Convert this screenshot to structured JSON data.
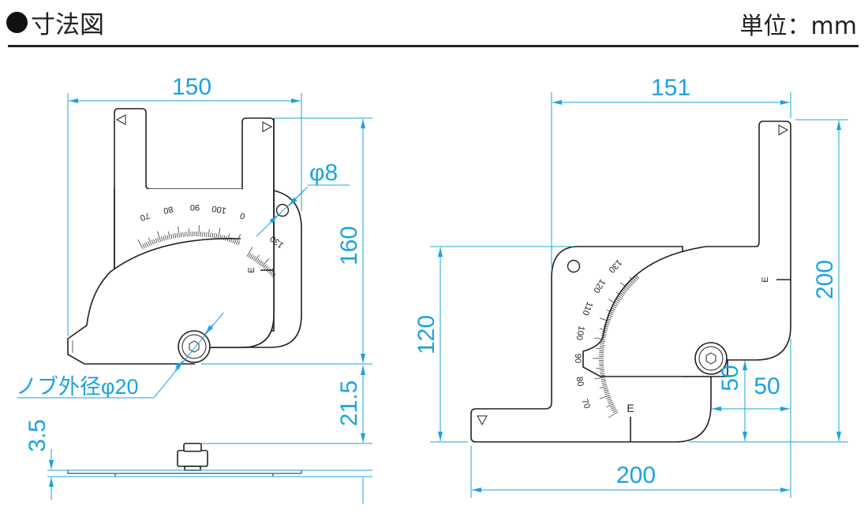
{
  "header": {
    "title": "寸法図",
    "unit": "単位：mm"
  },
  "colors": {
    "dimension": "#1aa3e0",
    "outline": "#222222"
  },
  "left_view": {
    "width_dim": "150",
    "height_dim": "160",
    "hole_dim": "φ8",
    "knob_dim": "ノブ外径φ20",
    "scale_labels": [
      "70",
      "80",
      "90",
      "100",
      "0",
      "130"
    ],
    "e_mark": "E"
  },
  "side_view": {
    "height_dim": "21.5",
    "thickness_dim": "3.5"
  },
  "right_view": {
    "width_top_dim": "151",
    "height_dim": "200",
    "left_height_dim": "120",
    "bottom_dim": "200",
    "offset_h_dim": "50",
    "offset_v_dim": "50",
    "scale_labels": [
      "70",
      "80",
      "90",
      "100",
      "110",
      "120",
      "130"
    ],
    "e_mark_arm": "E",
    "e_mark_base": "E"
  }
}
